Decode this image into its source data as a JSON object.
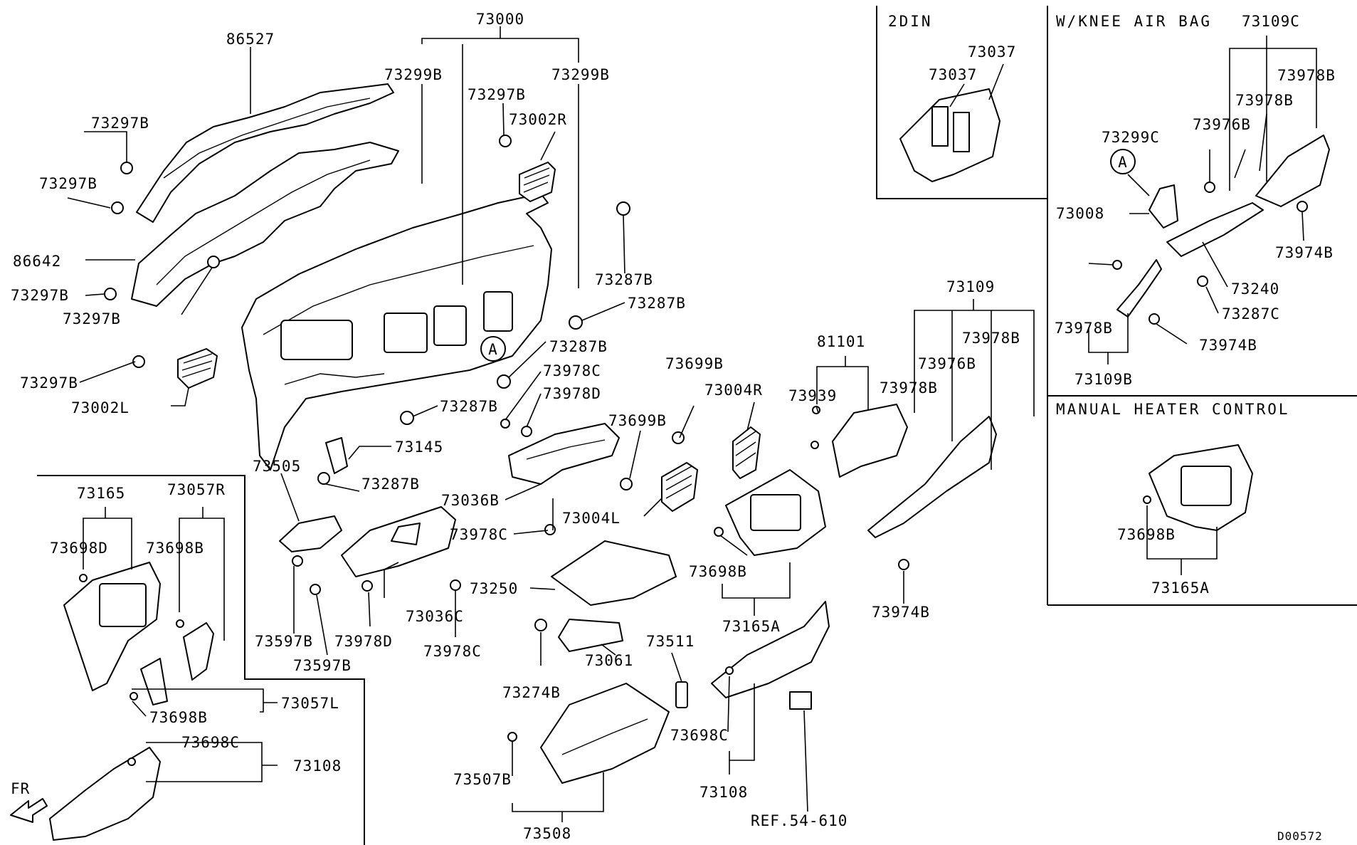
{
  "diagram": {
    "drawing_code": "D00572",
    "fr_label": "FR",
    "marker_a": "A",
    "boxes": {
      "din2": "2DIN",
      "knee": "W/KNEE AIR BAG",
      "heater": "MANUAL HEATER CONTROL"
    },
    "labels": {
      "p73000": "73000",
      "p86527": "86527",
      "p73297b_1": "73297B",
      "p73297b_2": "73297B",
      "p86642": "86642",
      "p73297b_3": "73297B",
      "p73297b_4": "73297B",
      "p73297b_5": "73297B",
      "p73002l": "73002L",
      "p73299b_1": "73299B",
      "p73297b_6": "73297B",
      "p73299b_2": "73299B",
      "p73002r": "73002R",
      "p73287b_1": "73287B",
      "p73287b_2": "73287B",
      "p73287b_3": "73287B",
      "p73287b_4": "73287B",
      "p73287b_5": "73287B",
      "p73145": "73145",
      "p73505": "73505",
      "p73978c_1": "73978C",
      "p73978d_1": "73978D",
      "p73036b": "73036B",
      "p73004l": "73004L",
      "p73978c_2": "73978C",
      "p73250": "73250",
      "p73036c": "73036C",
      "p73978c_3": "73978C",
      "p73978d_2": "73978D",
      "p73597b_1": "73597B",
      "p73597b_2": "73597B",
      "p73699b_1": "73699B",
      "p73004r": "73004R",
      "p73699b_2": "73699B",
      "p73939": "73939",
      "p81101": "81101",
      "p73109": "73109",
      "p73978b_1": "73978B",
      "p73976b_1": "73976B",
      "p73978b_2": "73978B",
      "p73698b_1": "73698B",
      "p73165a_1": "73165A",
      "p73974b_1": "73974B",
      "p73274b": "73274B",
      "p73061": "73061",
      "p73511": "73511",
      "p73698c_1": "73698C",
      "p73108_1": "73108",
      "p73507b": "73507B",
      "p73508": "73508",
      "ref": "REF.54-610",
      "p73165": "73165",
      "p73057r": "73057R",
      "p73698d": "73698D",
      "p73698b_2": "73698B",
      "p73698b_3": "73698B",
      "p73057l": "73057L",
      "p73698c_2": "73698C",
      "p73108_2": "73108",
      "p73037_1": "73037",
      "p73037_2": "73037",
      "p73109c": "73109C",
      "p73978b_3": "73978B",
      "p73978b_4": "73978B",
      "p73976b_2": "73976B",
      "p73299c": "73299C",
      "p73008": "73008",
      "p73974b_2": "73974B",
      "p73240": "73240",
      "p73287c": "73287C",
      "p73978b_5": "73978B",
      "p73974b_3": "73974B",
      "p73109b": "73109B",
      "p73698b_4": "73698B",
      "p73165a_2": "73165A"
    }
  }
}
